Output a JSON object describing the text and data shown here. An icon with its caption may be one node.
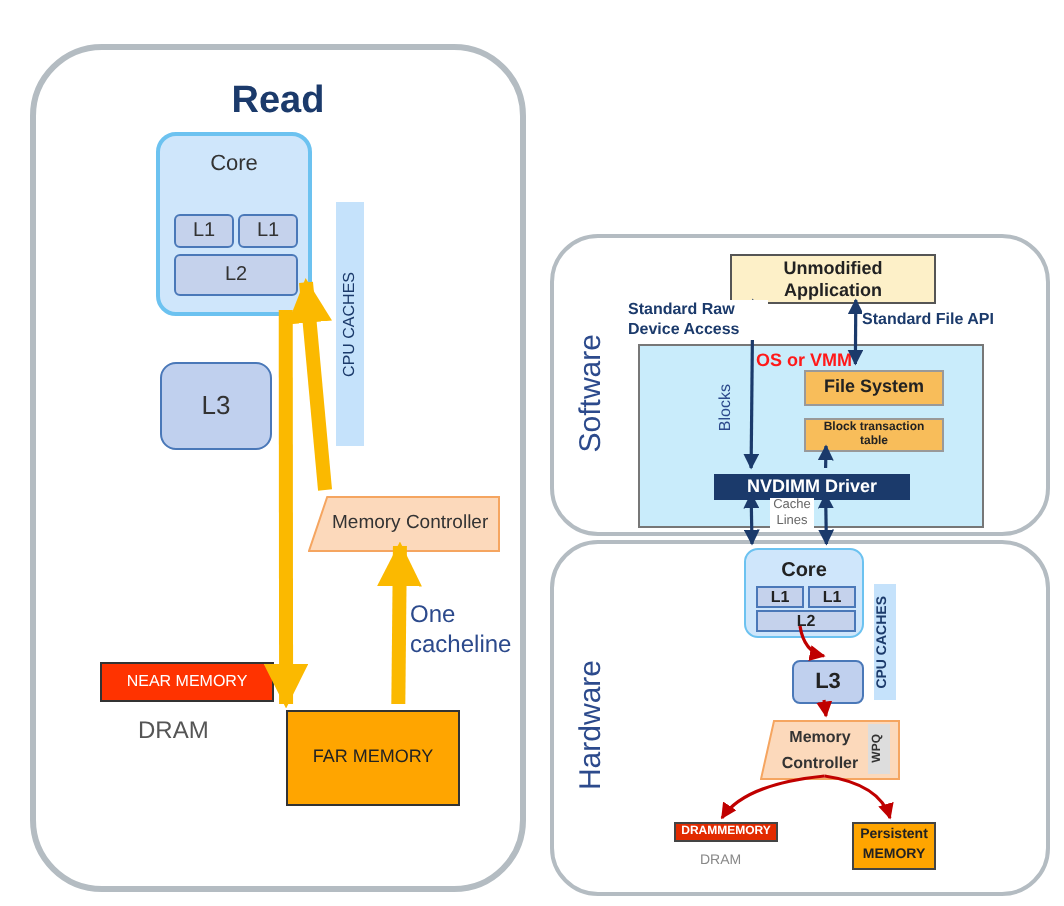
{
  "diagram": {
    "nodes": [
      {
        "text": [
          "Read"
        ]
      },
      {
        "text": [
          "Core"
        ],
        "in": 0
      },
      {
        "text": [
          "L1"
        ],
        "in": 1
      },
      {
        "text": [
          "L1"
        ],
        "in": 1
      },
      {
        "text": [
          "L2"
        ],
        "in": 1
      },
      {
        "text": [
          "L3"
        ],
        "in": 0
      },
      {
        "text": [
          "Memory Controller"
        ],
        "in": 0
      },
      {
        "text": [
          "NEAR MEMORY"
        ],
        "in": 0,
        "beside": [
          "DRAM"
        ]
      },
      {
        "text": [
          "FAR MEMORY"
        ],
        "in": 0
      },
      {
        "text": [
          "CPU CACHES"
        ],
        "in": 0
      },
      {
        "text": [
          "Software"
        ]
      },
      {
        "text": [
          "Unmodified Application"
        ],
        "in": 10
      },
      {
        "text": [
          "OS or VMM"
        ],
        "in": 10
      },
      {
        "text": [
          "File System"
        ],
        "in": 12
      },
      {
        "text": [
          "Block transaction table"
        ],
        "in": 12
      },
      {
        "text": [
          "NVDIMM Driver"
        ],
        "in": 12
      },
      {
        "text": [
          "Hardware"
        ]
      },
      {
        "text": [
          "Core"
        ],
        "in": 16
      },
      {
        "text": [
          "L1"
        ],
        "in": 17
      },
      {
        "text": [
          "L1"
        ],
        "in": 17
      },
      {
        "text": [
          "L2"
        ],
        "in": 17
      },
      {
        "text": [
          "CPU CACHES"
        ],
        "in": 16
      },
      {
        "text": [
          "L3"
        ],
        "in": 16
      },
      {
        "text": [
          "Memory Controller"
        ],
        "in": 16
      },
      {
        "text": [
          "WPQ"
        ],
        "in": 23
      },
      {
        "text": [
          "DRAMMEMORY"
        ],
        "in": 16,
        "beside": [
          "DRAM"
        ]
      },
      {
        "text": [
          "Persistent MEMORY"
        ],
        "in": 16
      }
    ],
    "edges": [
      {
        "from": 1,
        "to": 8,
        "arrow": "to",
        "style": "thick",
        "color": "#fbb900"
      },
      {
        "from": 8,
        "to": 6,
        "arrow": "to",
        "style": "thick",
        "color": "#fbb900",
        "label": "One cacheline"
      },
      {
        "from": 6,
        "to": 1,
        "arrow": "to",
        "style": "thick",
        "color": "#fbb900"
      },
      {
        "from": 11,
        "to": 15,
        "arrow": "both",
        "label": "Standard Raw Device Access"
      },
      {
        "from": 11,
        "to": 13,
        "arrow": "both",
        "label": "Standard File API"
      },
      {
        "from": 15,
        "to": 14,
        "arrow": "to"
      },
      {
        "from": 15,
        "to": 17,
        "arrow": "both"
      },
      {
        "from": 15,
        "to": 17,
        "arrow": "both"
      },
      {
        "from": 20,
        "to": 22,
        "arrow": "to",
        "color": "#c00000"
      },
      {
        "from": 22,
        "to": 23,
        "arrow": "to",
        "color": "#c00000"
      },
      {
        "from": 23,
        "to": 25,
        "arrow": "to",
        "color": "#c00000"
      },
      {
        "from": 23,
        "to": 26,
        "arrow": "to",
        "color": "#c00000"
      }
    ],
    "labels": [
      "Blocks",
      "Cache Lines"
    ]
  }
}
